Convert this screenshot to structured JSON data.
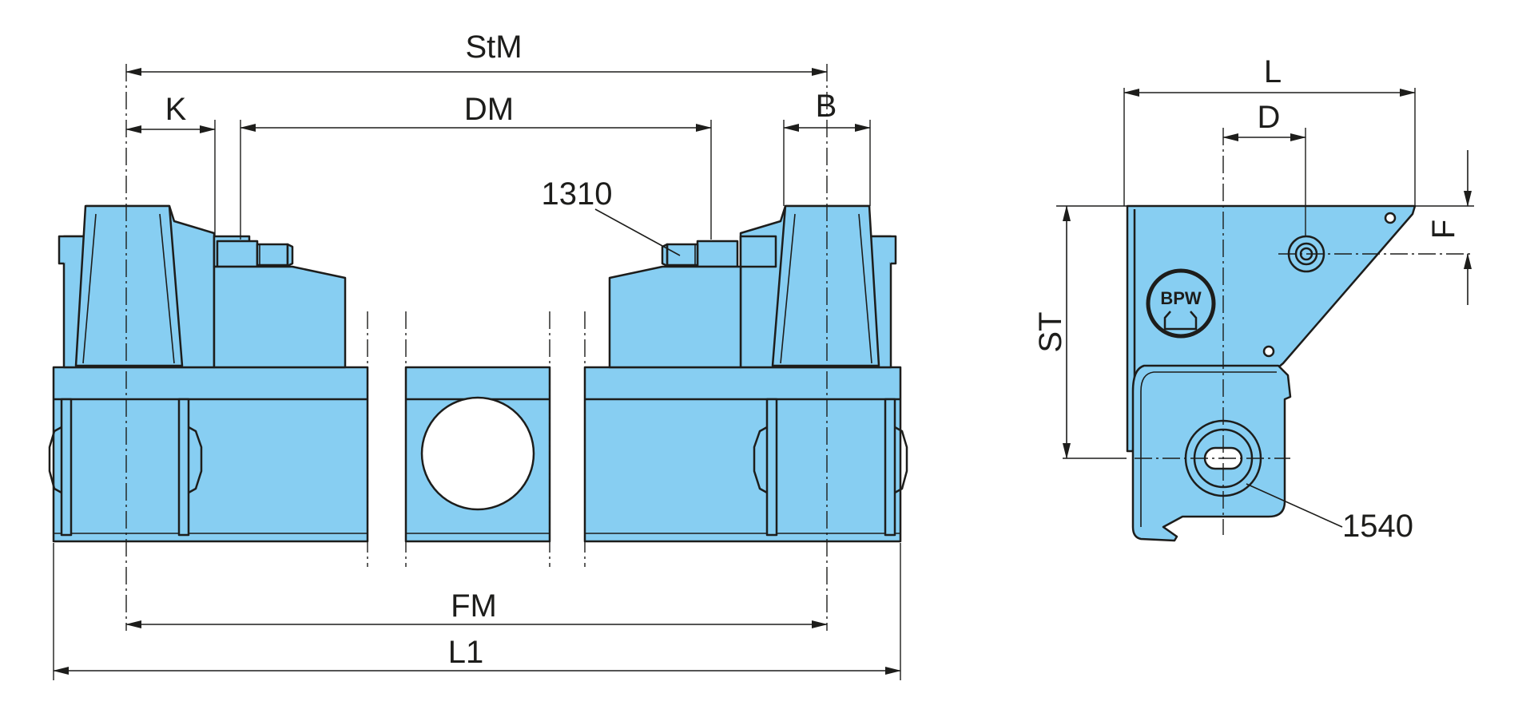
{
  "dimensions": {
    "stm": "StM",
    "k": "K",
    "dm": "DM",
    "b": "B",
    "fm": "FM",
    "l1": "L1",
    "l": "L",
    "d": "D",
    "f": "F",
    "st": "ST"
  },
  "callouts": {
    "part_1310": "1310",
    "part_1540": "1540"
  },
  "logo_text": "BPW",
  "colors": {
    "part_fill": "#87cef2",
    "line": "#1d1d1b",
    "background": "#ffffff"
  }
}
